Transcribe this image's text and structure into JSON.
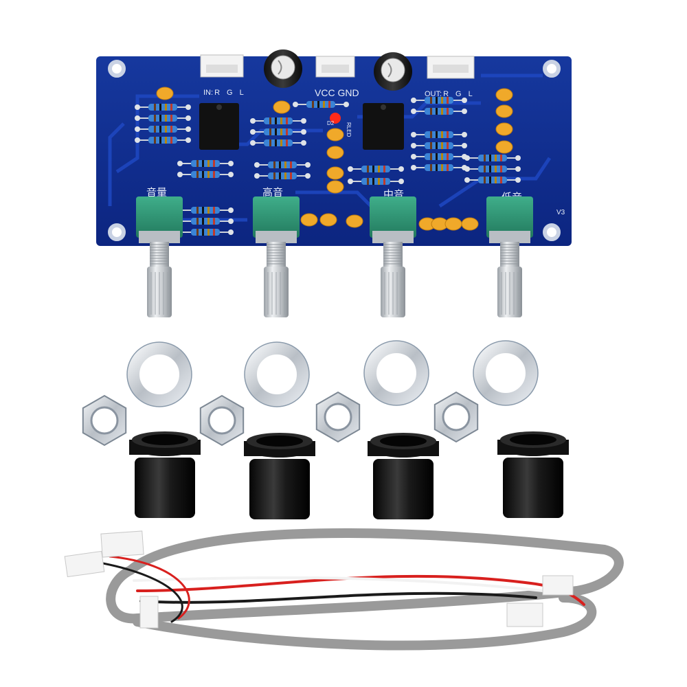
{
  "board": {
    "colors": {
      "pcb": "#0d2a8a",
      "trace": "#1b3fb0",
      "silk": "#e8eef8"
    },
    "connectors": {
      "input": {
        "label_prefix": "IN:",
        "pins": [
          "R",
          "G",
          "L"
        ]
      },
      "power": {
        "label": "VCC GND"
      },
      "output": {
        "label_prefix": "OUT:",
        "pins": [
          "R",
          "G",
          "L"
        ]
      }
    },
    "led_label": "RLED",
    "led_ref": "D2",
    "version": "V3",
    "knobs": [
      {
        "label": "音量"
      },
      {
        "label": "高音"
      },
      {
        "label": "中音"
      },
      {
        "label": "低音"
      }
    ]
  },
  "accessories": {
    "washers": 4,
    "nuts": 4,
    "knob_caps": 4,
    "cable": {
      "colors": [
        "#9a9a9a",
        "#d8201e",
        "#1a1a1a",
        "#f2f2f2"
      ]
    }
  }
}
